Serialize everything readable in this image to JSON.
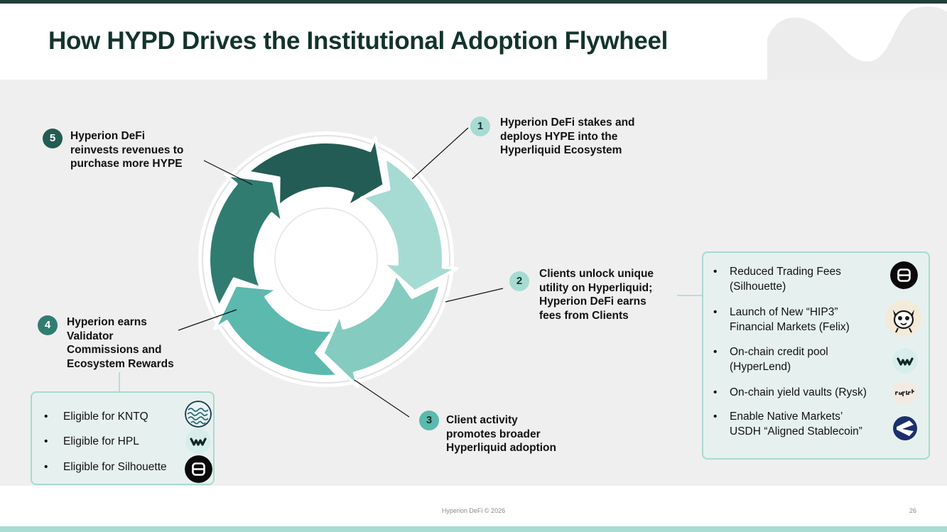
{
  "title": "How HYPD Drives the Institutional Adoption Flywheel",
  "colors": {
    "dark_green": "#14332d",
    "step1": "#a6dbd3",
    "step2": "#85cbc0",
    "step3": "#5cb9ad",
    "step4": "#317c70",
    "step5": "#235c54",
    "badge": "#1f4f48",
    "box_fill": "#e6f1ef",
    "box_border": "#a9d9d0"
  },
  "steps": [
    {
      "number": "1",
      "lines": [
        "Hyperion DeFi stakes and",
        "deploys HYPE into the",
        "Hyperliquid Ecosystem"
      ]
    },
    {
      "number": "2",
      "lines": [
        "Clients unlock unique",
        "utility on Hyperliquid;",
        "Hyperion DeFi earns",
        "fees from Clients"
      ]
    },
    {
      "number": "3",
      "lines": [
        "Client activity",
        "promotes broader",
        "Hyperliquid adoption"
      ]
    },
    {
      "number": "4",
      "lines": [
        "Hyperion earns",
        "Validator",
        "Commissions and",
        "Ecosystem Rewards"
      ]
    },
    {
      "number": "5",
      "lines": [
        "Hyperion DeFi",
        "reinvests revenues to",
        "purchase more HYPE"
      ]
    }
  ],
  "left_box": {
    "bullet": "•",
    "items": [
      {
        "text": "Eligible for KNTQ",
        "icon": "kntq-logo-icon"
      },
      {
        "text": "Eligible for HPL",
        "icon": "hyperlend-logo-icon"
      },
      {
        "text": "Eligible for Silhouette",
        "icon": "silhouette-logo-icon"
      }
    ]
  },
  "right_box": {
    "bullet": "•",
    "items": [
      {
        "lines": [
          "Reduced Trading Fees",
          "(Silhouette)"
        ],
        "icon": "silhouette-logo-icon"
      },
      {
        "lines": [
          "Launch of New “HIP3”",
          "Financial Markets (Felix)"
        ],
        "icon": "felix-logo-icon"
      },
      {
        "lines": [
          "On-chain credit pool",
          "(HyperLend)"
        ],
        "icon": "hyperlend-logo-icon"
      },
      {
        "lines": [
          "On-chain yield vaults (Rysk)"
        ],
        "icon": "rysk-logo-icon"
      },
      {
        "lines": [
          "Enable Native Markets’",
          "USDH “Aligned Stablecoin”"
        ],
        "icon": "native-markets-logo-icon"
      }
    ]
  },
  "footer": {
    "copyright": "Hyperion DeFi © 2026",
    "page_number": "26"
  }
}
